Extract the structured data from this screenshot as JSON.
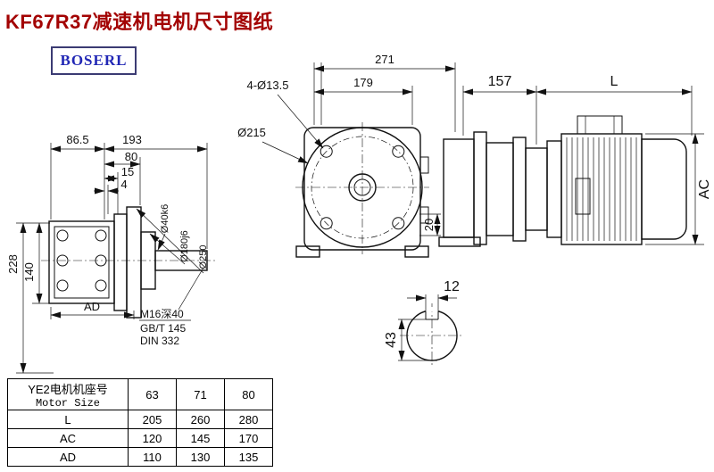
{
  "title": "KF67R37减速机电机尺寸图纸",
  "logo": "BOSERL",
  "colors": {
    "title_red": "#a30303",
    "logo_blue": "#2127b5",
    "logo_border": "#3b3b73",
    "line_black": "#111111"
  },
  "drawing": {
    "front_view": {
      "dim_271": "271",
      "dim_179": "179",
      "holes_label": "4-Ø13.5",
      "flange_dia": "Ø215",
      "dim_20": "20"
    },
    "motor_view": {
      "dim_157": "157",
      "dim_l": "L",
      "dim_ac": "AC"
    },
    "side_view": {
      "dim_86_5": "86.5",
      "dim_193": "193",
      "dim_80": "80",
      "dim_15": "15",
      "dim_4": "4",
      "dim_228": "228",
      "dim_140": "140",
      "dim_ad": "AD",
      "shaft_dia": "Ø40k6",
      "hub_dia": "Ø180j6",
      "flange_dia": "Ø250",
      "thread_note": "M16深40",
      "std_note1": "GB/T 145",
      "std_note2": "DIN 332"
    },
    "shaft_section": {
      "key_width": "12",
      "key_depth": "43"
    }
  },
  "table": {
    "header_cn": "YE2电机机座号",
    "header_en": "Motor Size",
    "sizes": [
      "63",
      "71",
      "80"
    ],
    "rows": [
      {
        "label": "L",
        "values": [
          "205",
          "260",
          "280"
        ]
      },
      {
        "label": "AC",
        "values": [
          "120",
          "145",
          "170"
        ]
      },
      {
        "label": "AD",
        "values": [
          "110",
          "130",
          "135"
        ]
      }
    ]
  }
}
